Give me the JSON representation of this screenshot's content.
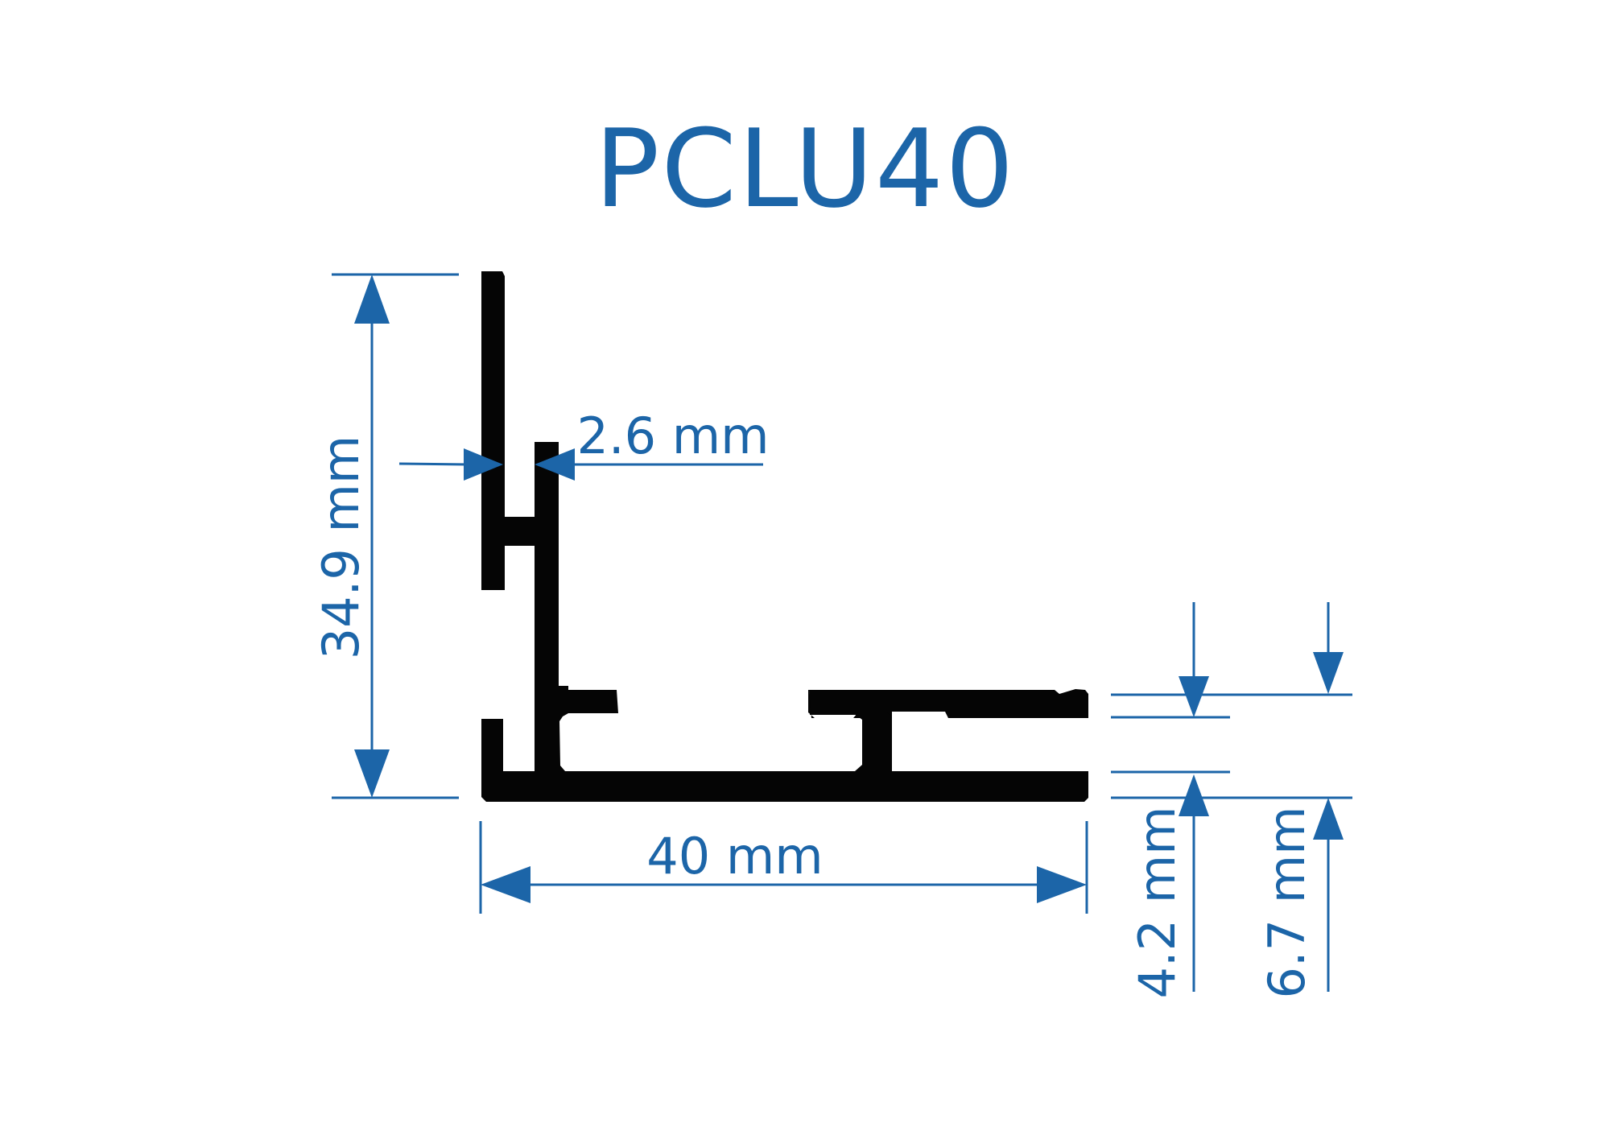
{
  "title": "PCLU40",
  "dimensions": {
    "height": "34.9 mm",
    "thickness": "2.6 mm",
    "width": "40 mm",
    "slot_inner": "4.2 mm",
    "slot_outer": "6.7 mm"
  },
  "colors": {
    "accent": "#1c65a8",
    "profile": "#050505",
    "background": "#ffffff"
  }
}
